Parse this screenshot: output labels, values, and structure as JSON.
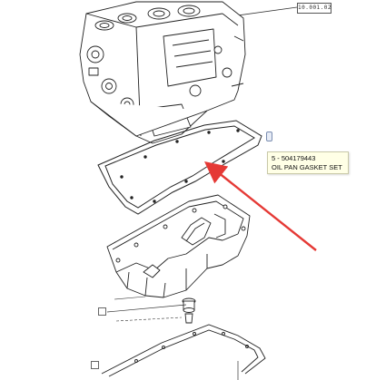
{
  "header": {
    "reference_code": "10.001.02"
  },
  "callout": {
    "part_line": "5 - 504179443",
    "part_name": "OIL PAN GASKET SET"
  },
  "colors": {
    "arrow": "#e53935",
    "line": "#222222",
    "callout_bg": "#ffffe6"
  },
  "icons": {
    "engine_block": "engine-block-drawing",
    "upper_gasket": "oil-pan-gasket-drawing",
    "oil_pan": "oil-pan-drawing",
    "drain_plug": "drain-plug-drawing",
    "lower_gasket": "lower-gasket-drawing"
  }
}
